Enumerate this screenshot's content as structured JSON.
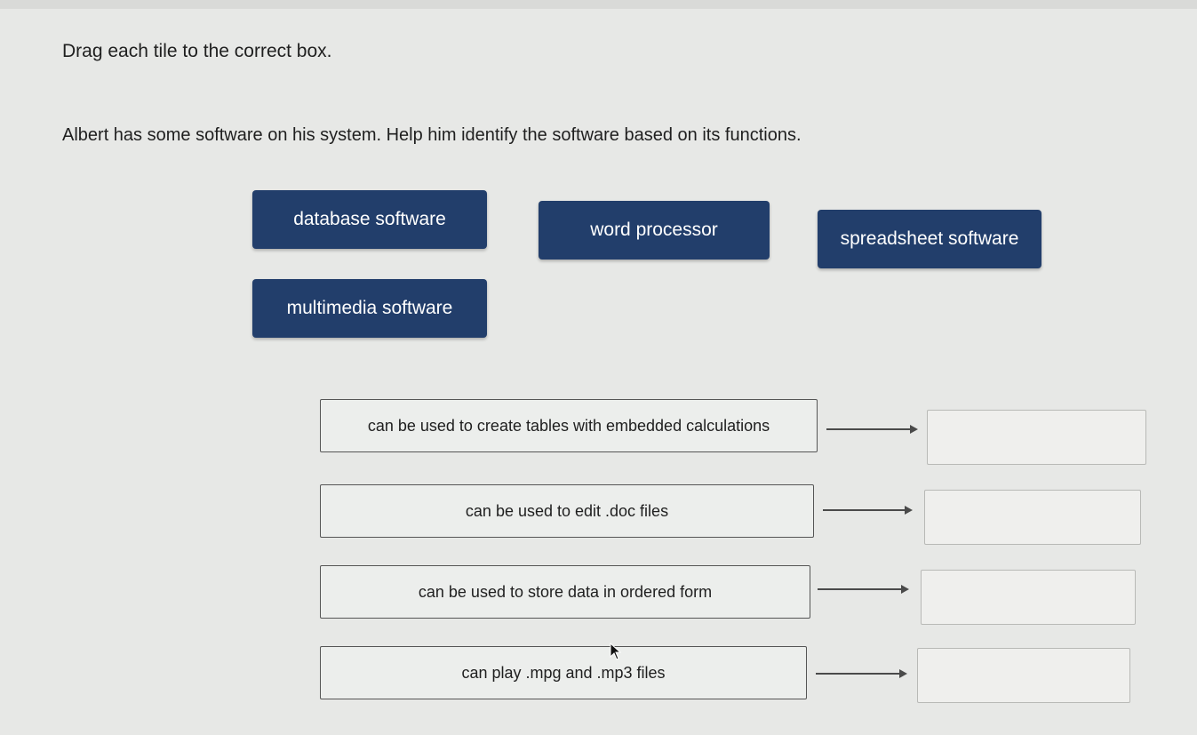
{
  "instruction": "Drag each tile to the correct box.",
  "prompt": "Albert has some software on his system. Help him identify the software based on its functions.",
  "tiles": [
    {
      "label": "database software"
    },
    {
      "label": "word processor"
    },
    {
      "label": "spreadsheet software"
    },
    {
      "label": "multimedia software"
    }
  ],
  "rows": [
    {
      "description": "can be used to create tables with embedded calculations"
    },
    {
      "description": "can be used to edit .doc files"
    },
    {
      "description": "can be used to store data in ordered form"
    },
    {
      "description": "can play .mpg and .mp3 files"
    }
  ],
  "colors": {
    "tile": "#223e6b",
    "tile_text": "#ffffff",
    "background": "#e7e8e6"
  }
}
